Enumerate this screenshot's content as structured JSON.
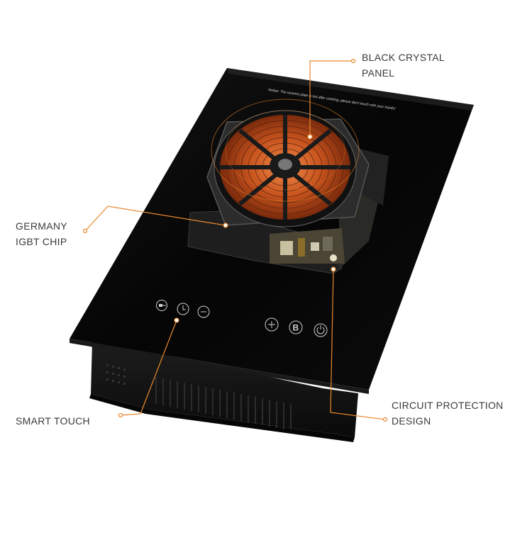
{
  "callouts": {
    "black_crystal_panel": {
      "line1": "BLACK CRYSTAL",
      "line2": "PANEL"
    },
    "germany_igbt_chip": {
      "line1": "GERMANY",
      "line2": "IGBT CHIP"
    },
    "smart_touch": {
      "line1": "SMART TOUCH"
    },
    "circuit_protection": {
      "line1": "CIRCUIT PROTECTION",
      "line2": "DESIGN"
    }
  },
  "panel": {
    "notice_text": "Notice: The ceramic plate is hot after cooking, please don't touch with your hands!",
    "touch_keys_left": [
      "lock-icon",
      "clock-icon",
      "minus-icon"
    ],
    "touch_keys_right": [
      "plus-icon",
      "boost-icon",
      "power-icon"
    ]
  },
  "colors": {
    "callout_line": "#e8892e",
    "glass": "#050505",
    "coil": "#c8541e",
    "text": "#3a3a3a"
  }
}
